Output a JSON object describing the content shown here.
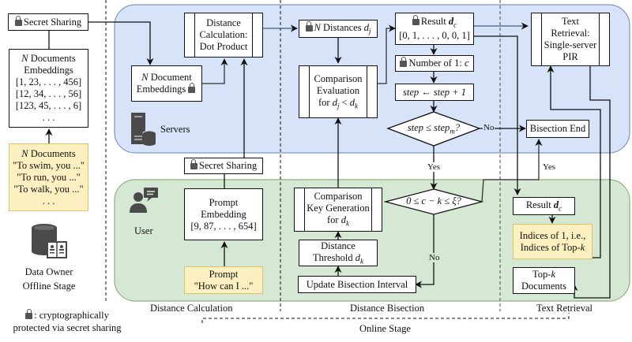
{
  "colors": {
    "server_panel": "#d6e3f8",
    "server_border": "#7f97c2",
    "user_panel": "#d5e8d4",
    "user_border": "#8fb27a",
    "doc_fill": "#fcefc0",
    "icon": "#4a4a4a"
  },
  "data_owner": {
    "secret_sharing": "Secret Sharing",
    "embeddings": {
      "title_n": "N",
      "title_rest": "Documents",
      "title_line2": "Embeddings",
      "rows": [
        "[1, 23, . . . , 456]",
        "[12, 34, . . . , 56]",
        "[123, 45, . . . , 6]",
        ". . ."
      ]
    },
    "documents": {
      "title_n": "N",
      "title_rest": "Documents",
      "rows": [
        "\"To swim, you ...\"",
        "\"To run, you ...\"",
        "\"To walk, you ...\"",
        ". . ."
      ]
    },
    "icon": "database-document-icon",
    "label_line1": "Data Owner",
    "label_line2": "Offline Stage"
  },
  "legend": {
    "icon": "lock-icon",
    "line1": ": cryptographically",
    "line2": "protected via secret sharing"
  },
  "servers": {
    "label": "Servers",
    "icon": "server-icon"
  },
  "user": {
    "label": "User",
    "icon": "user-chat-icon"
  },
  "distance_calculation": {
    "doc_embeddings_n": "N",
    "doc_embeddings_line1": "Document",
    "doc_embeddings_line2": "Embeddings",
    "dot_product": [
      "Distance",
      "Calculation:",
      "Dot Product"
    ],
    "secret_sharing": "Secret Sharing",
    "prompt_embedding": [
      "Prompt",
      "Embedding",
      "[9, 87, . . . , 654]"
    ],
    "prompt": [
      "Prompt",
      "\"How can I ...\""
    ],
    "section_label": "Distance Calculation"
  },
  "distance_bisection": {
    "n_distances_n": "N",
    "n_distances_text": "Distances",
    "n_distances_var": "d",
    "n_distances_sub": "j",
    "comparison_eval": [
      "Comparison",
      "Evaluation"
    ],
    "comparison_eval_cond": "for d_j < d_k",
    "result_label": "Result",
    "result_var": "d",
    "result_sub": "c",
    "result_vector": "[0, 1, . . . , 0, 0, 1]",
    "number_of_ones": "Number of 1:",
    "number_of_ones_var": "c",
    "step_update": "step ← step + 1",
    "step_check": "step ≤ step",
    "step_check_sub": "m",
    "step_check_q": "?",
    "no_label": "No",
    "yes_label": "Yes",
    "range_check": "0 ≤ c − k ≤ ξ?",
    "range_yes": "Yes",
    "range_no": "No",
    "key_gen": [
      "Comparison",
      "Key Generation"
    ],
    "key_gen_for": "for",
    "key_gen_var": "d",
    "key_gen_sub": "k",
    "threshold": [
      "Distance",
      "Threshold"
    ],
    "threshold_var": "d",
    "threshold_sub": "k",
    "update_interval": "Update Bisection Interval",
    "bisection_end": "Bisection End",
    "section_label": "Distance Bisection"
  },
  "text_retrieval": {
    "pir": [
      "Text",
      "Retrieval:",
      "Single-server",
      "PIR"
    ],
    "result_label": "Result",
    "result_var": "d",
    "result_sub": "c",
    "indices": [
      "Indices of 1, i.e.,",
      "Indices of Top-"
    ],
    "indices_k": "k",
    "topk": [
      "Top-",
      "Documents"
    ],
    "topk_k": "k",
    "section_label": "Text Retrieval"
  },
  "online_stage_label": "Online Stage"
}
